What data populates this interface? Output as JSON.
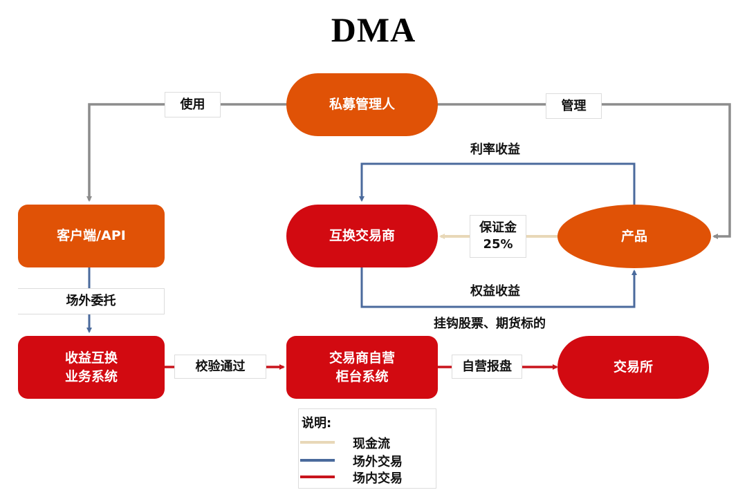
{
  "title": "DMA",
  "colors": {
    "node_orange": "#e05206",
    "node_red": "#d20a11",
    "connector_gray": "#8c8c8c",
    "cash_flow": "#e8d8b8",
    "otc_trade": "#4a6a9c",
    "exchange_trade": "#c8141c"
  },
  "nodes": {
    "private_fund_manager": "私募管理人",
    "client_api": "客户端/API",
    "swap_dealer": "互换交易商",
    "product": "产品",
    "swap_business_system": [
      "收益互换",
      "业务系统"
    ],
    "dealer_counter_system": [
      "交易商自营",
      "柜台系统"
    ],
    "exchange": "交易所"
  },
  "edge_labels": {
    "use": "使用",
    "manage": "管理",
    "interest_income": "利率收益",
    "margin": [
      "保证金",
      "25%"
    ],
    "equity_income": "权益收益",
    "linked_underlying": "挂钩股票、期货标的",
    "otc_order": "场外委托",
    "validation_passed": "校验通过",
    "proprietary_order": "自营报盘"
  },
  "legend": {
    "title": "说明:",
    "items": [
      {
        "label": "现金流",
        "color": "#e8d8b8"
      },
      {
        "label": "场外交易",
        "color": "#4a6a9c"
      },
      {
        "label": "场内交易",
        "color": "#c8141c"
      }
    ]
  }
}
